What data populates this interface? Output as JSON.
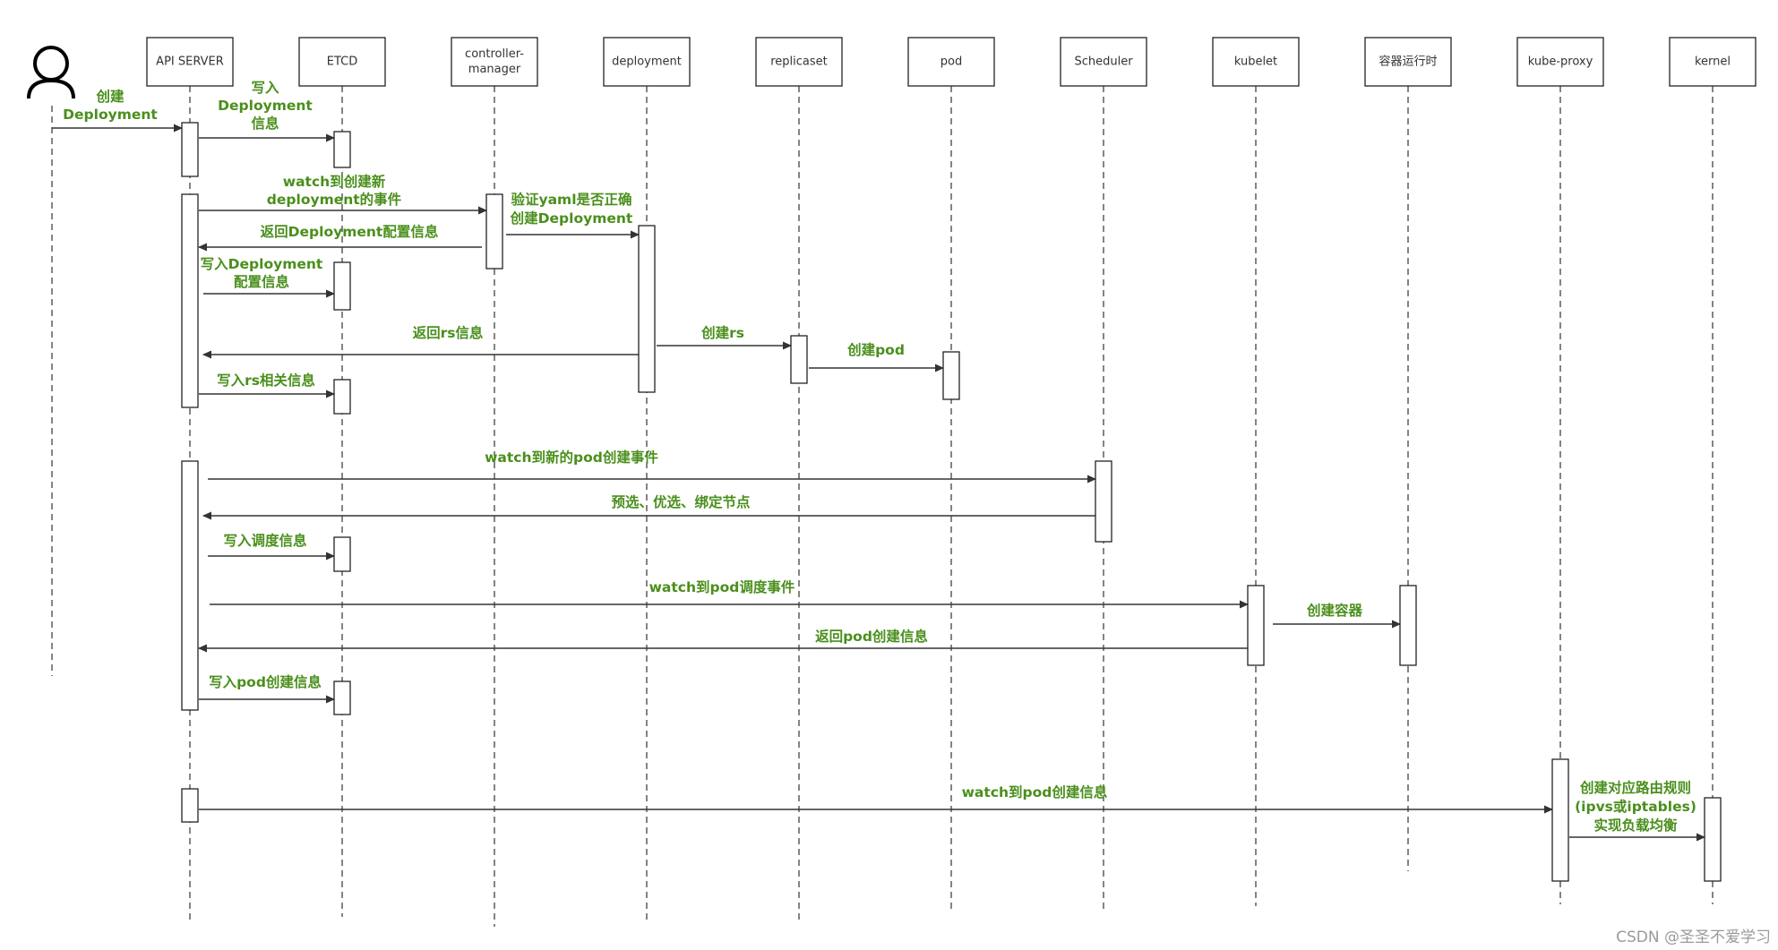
{
  "actor": {
    "icon": "user-actor-icon"
  },
  "participants": [
    {
      "id": "api",
      "label": "API SERVER"
    },
    {
      "id": "etcd",
      "label": "ETCD"
    },
    {
      "id": "cm",
      "label": [
        "controller-",
        "manager"
      ]
    },
    {
      "id": "deploy",
      "label": "deployment"
    },
    {
      "id": "rs",
      "label": "replicaset"
    },
    {
      "id": "pod",
      "label": "pod"
    },
    {
      "id": "sched",
      "label": "Scheduler"
    },
    {
      "id": "kubelet",
      "label": "kubelet"
    },
    {
      "id": "runtime",
      "label": "容器运行时"
    },
    {
      "id": "proxy",
      "label": "kube-proxy"
    },
    {
      "id": "kernel",
      "label": "kernel"
    }
  ],
  "messages": [
    {
      "from": "actor",
      "to": "api",
      "label": [
        "创建",
        "Deployment"
      ]
    },
    {
      "from": "api",
      "to": "etcd",
      "label": [
        "写入",
        "Deployment",
        "信息"
      ]
    },
    {
      "from": "api",
      "to": "cm",
      "label": [
        "watch到创建新",
        "deployment的事件"
      ]
    },
    {
      "from": "cm",
      "to": "api",
      "label": [
        "返回Deployment配置信息"
      ]
    },
    {
      "from": "cm",
      "to": "deploy",
      "label": [
        "验证yaml是否正确",
        "创建Deployment"
      ]
    },
    {
      "from": "api",
      "to": "etcd",
      "label": [
        "写入Deployment",
        "配置信息"
      ]
    },
    {
      "from": "deploy",
      "to": "api",
      "label": [
        "返回rs信息"
      ]
    },
    {
      "from": "deploy",
      "to": "rs",
      "label": [
        "创建rs"
      ]
    },
    {
      "from": "rs",
      "to": "pod",
      "label": [
        "创建pod"
      ]
    },
    {
      "from": "api",
      "to": "etcd",
      "label": [
        "写入rs相关信息"
      ]
    },
    {
      "from": "api",
      "to": "sched",
      "label": [
        "watch到新的pod创建事件"
      ]
    },
    {
      "from": "sched",
      "to": "api",
      "label": [
        "预选、优选、绑定节点"
      ]
    },
    {
      "from": "api",
      "to": "etcd",
      "label": [
        "写入调度信息"
      ]
    },
    {
      "from": "api",
      "to": "kubelet",
      "label": [
        "watch到pod调度事件"
      ]
    },
    {
      "from": "kubelet",
      "to": "runtime",
      "label": [
        "创建容器"
      ]
    },
    {
      "from": "kubelet",
      "to": "api",
      "label": [
        "返回pod创建信息"
      ]
    },
    {
      "from": "api",
      "to": "etcd",
      "label": [
        "写入pod创建信息"
      ]
    },
    {
      "from": "api",
      "to": "proxy",
      "label": [
        "watch到pod创建信息"
      ]
    },
    {
      "from": "proxy",
      "to": "kernel",
      "label": [
        "创建对应路由规则",
        "(ipvs或iptables)",
        "实现负载均衡"
      ]
    }
  ],
  "colors": {
    "label_green": "#4a8f1c",
    "line": "#333333",
    "watermark": "#9a9a9a"
  },
  "watermark": "CSDN @圣圣不爱学习"
}
